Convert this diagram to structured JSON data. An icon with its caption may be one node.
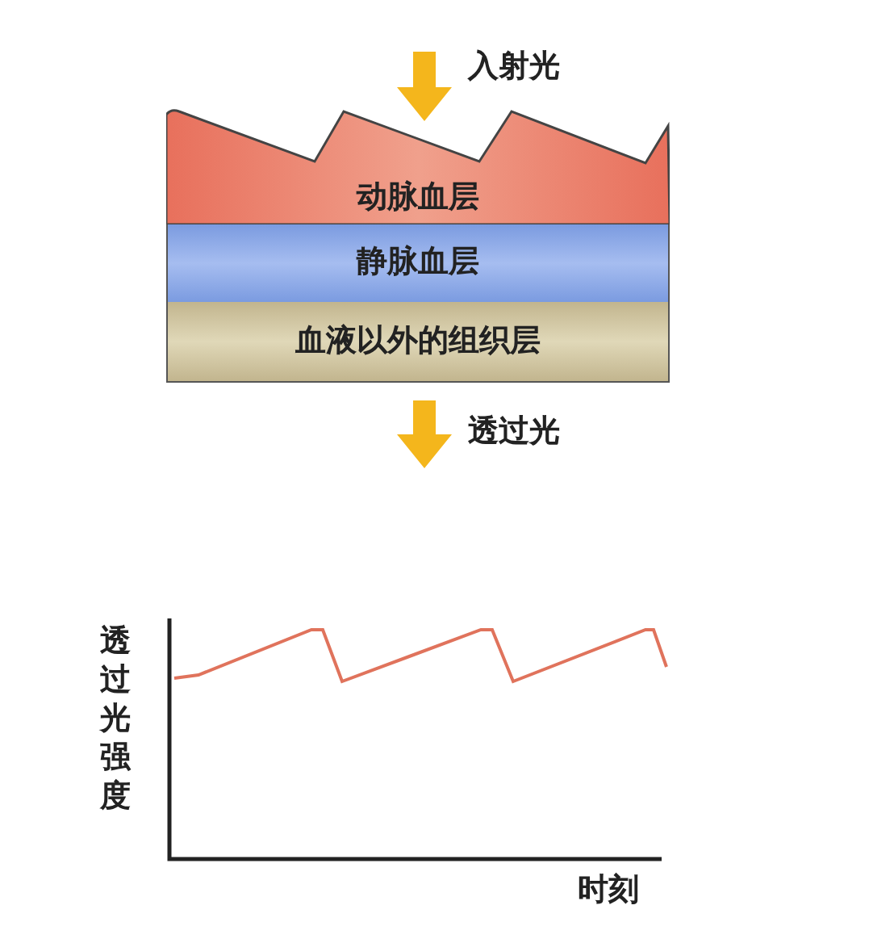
{
  "diagram": {
    "nodes": [
      {
        "text": [
          "动脉血层"
        ]
      },
      {
        "text": [
          "静脉血层"
        ]
      },
      {
        "text": [
          "血液以外的组织层"
        ]
      }
    ],
    "labels": [
      "入射光",
      "透过光",
      "透过光强度",
      "时刻"
    ]
  }
}
